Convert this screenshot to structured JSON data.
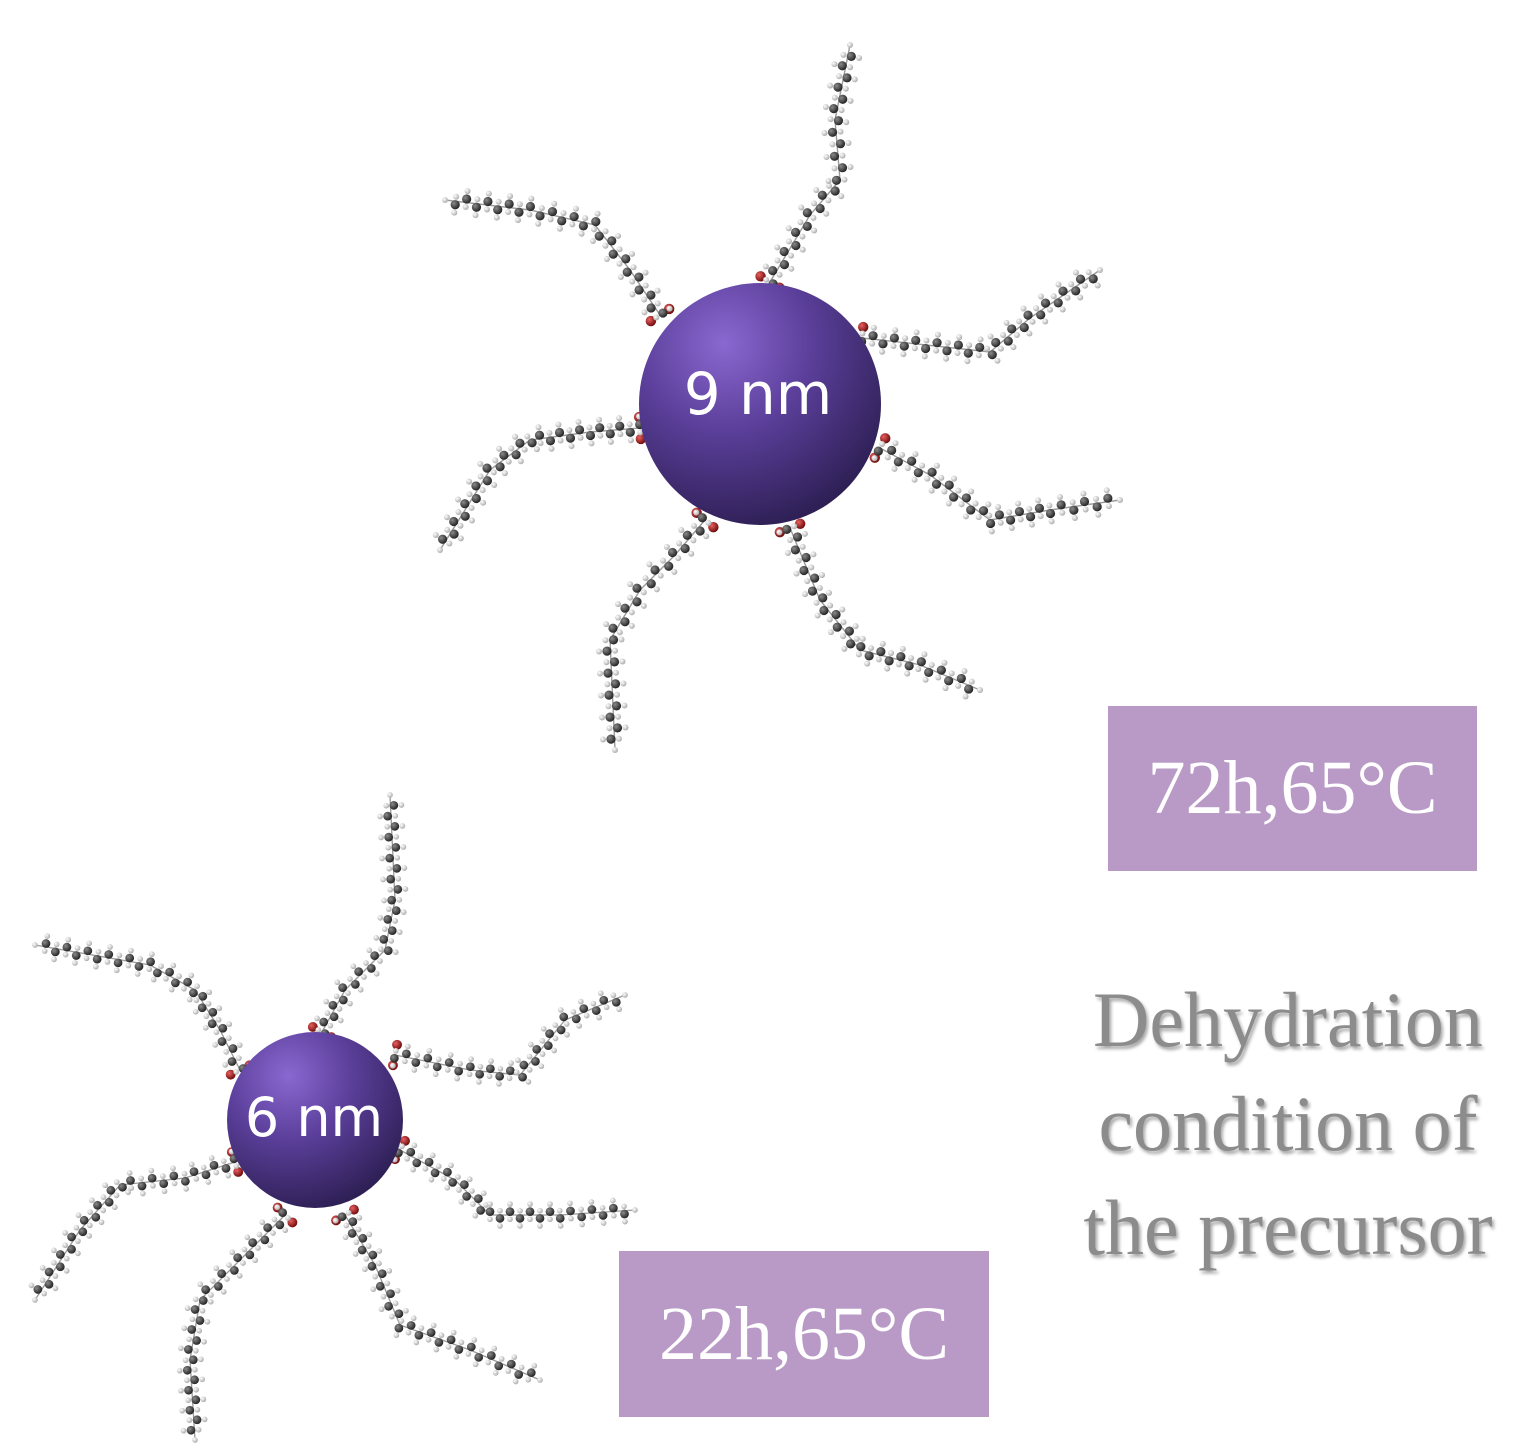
{
  "particles": [
    {
      "size_label": "9 nm",
      "dehydration_label": "72h,65°C"
    },
    {
      "size_label": "6 nm",
      "dehydration_label": "22h,65°C"
    }
  ],
  "caption": {
    "lines": [
      "Dehydration",
      "condition of",
      "the precursor"
    ]
  },
  "colors": {
    "particle_core": "#5b3f9a",
    "label_box": "#b99ac6",
    "carbon_atom": "#3a3a3a",
    "hydrogen_atom": "#e6e6e6",
    "oxygen_atom": "#b01818",
    "caption_text": "#8c8c8c"
  }
}
